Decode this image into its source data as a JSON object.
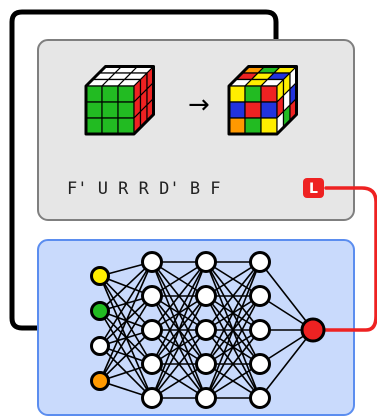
{
  "scramble": {
    "moves": "F' U R R D' B F",
    "badge": "L"
  },
  "transition_arrow": "→",
  "network": {
    "layers": [
      4,
      5,
      5,
      5,
      1
    ],
    "input_colors": [
      "#ffee00",
      "#22bb22",
      "#ffffff",
      "#ff9900"
    ]
  },
  "colors": {
    "top_panel_fill": "#e6e6e6",
    "top_panel_stroke": "#7f7f7f",
    "bottom_panel_fill": "#c9dafc",
    "bottom_panel_stroke": "#5b8def",
    "badge": "#ee2222",
    "output_node": "#ee2222",
    "feedback_line": "#ee2222"
  },
  "cubes": {
    "solved": {
      "top": [
        [
          "#ffffff",
          "#ffffff",
          "#ffffff"
        ],
        [
          "#ffffff",
          "#ffffff",
          "#ffffff"
        ],
        [
          "#ffffff",
          "#ffffff",
          "#ffffff"
        ]
      ],
      "front": [
        [
          "#22bb22",
          "#22bb22",
          "#22bb22"
        ],
        [
          "#22bb22",
          "#22bb22",
          "#22bb22"
        ],
        [
          "#22bb22",
          "#22bb22",
          "#22bb22"
        ]
      ],
      "right": [
        [
          "#ee2222",
          "#ee2222",
          "#ee2222"
        ],
        [
          "#ee2222",
          "#ee2222",
          "#ee2222"
        ],
        [
          "#ee2222",
          "#ee2222",
          "#ee2222"
        ]
      ]
    },
    "scrambled": {
      "top": [
        [
          "#ff9900",
          "#22bb22",
          "#ffee00"
        ],
        [
          "#ee2222",
          "#ffee00",
          "#2233dd"
        ],
        [
          "#ffffff",
          "#ffee00",
          "#ffffff"
        ]
      ],
      "front": [
        [
          "#ffee00",
          "#22bb22",
          "#ee2222"
        ],
        [
          "#2233dd",
          "#ee2222",
          "#2233dd"
        ],
        [
          "#ff9900",
          "#22bb22",
          "#ffee00"
        ]
      ],
      "right": [
        [
          "#ffee00",
          "#ffee00",
          "#ffffff"
        ],
        [
          "#ee2222",
          "#ffffff",
          "#2233dd"
        ],
        [
          "#ffffff",
          "#22bb22",
          "#ee2222"
        ]
      ]
    }
  }
}
